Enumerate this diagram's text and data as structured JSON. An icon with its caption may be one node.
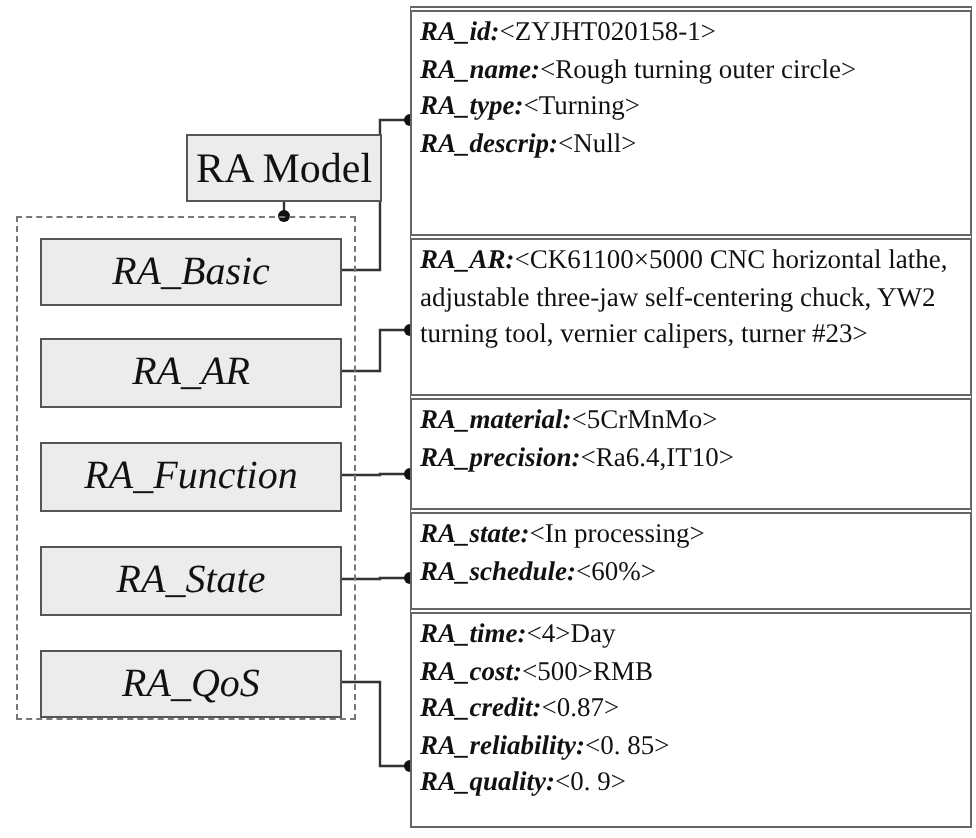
{
  "diagram": {
    "nodes": [
      {
        "text": [
          "RA Model"
        ]
      },
      {
        "text": [],
        "shape": "box"
      },
      {
        "text": [
          "RA_Basic"
        ],
        "in": 1
      },
      {
        "text": [
          "RA_AR"
        ],
        "in": 1
      },
      {
        "text": [
          "RA_Function"
        ],
        "in": 1
      },
      {
        "text": [
          "RA_State"
        ],
        "in": 1
      },
      {
        "text": [
          "RA_QoS"
        ],
        "in": 1
      },
      {
        "text": [
          "**RA_id:**<ZYJHT020158-1>",
          "**RA_name:**<Rough turning outer circle>",
          "**RA_type:**<Turning>",
          "**RA_descrip:**<Null>"
        ]
      },
      {
        "text": [
          "**RA_AR:**<CK61100×5000 CNC horizontal lathe, adjustable three-jaw self-centering chuck, YW2 turning tool, vernier calipers, turner #23>"
        ]
      },
      {
        "text": [
          "**RA_material:**<5CrMnMo>",
          "**RA_precision:**<Ra6.4,IT10>"
        ]
      },
      {
        "text": [
          "**RA_state:**<In processing>",
          "**RA_schedule:**<60%>"
        ]
      },
      {
        "text": [
          "**RA_time:**<4>Day",
          "**RA_cost:**<500>RMB",
          "**RA_credit:**<0.87>",
          "**RA_reliability:**<0. 85>",
          "**RA_quality:**<0. 9>"
        ]
      }
    ],
    "edges": [
      {
        "from": 0,
        "to": 1,
        "arrow": "other"
      },
      {
        "from": 2,
        "to": 7,
        "arrow": "other"
      },
      {
        "from": 3,
        "to": 8,
        "arrow": "other"
      },
      {
        "from": 4,
        "to": 9,
        "arrow": "other"
      },
      {
        "from": 5,
        "to": 10,
        "arrow": "other"
      },
      {
        "from": 6,
        "to": 11,
        "arrow": "other"
      }
    ]
  }
}
